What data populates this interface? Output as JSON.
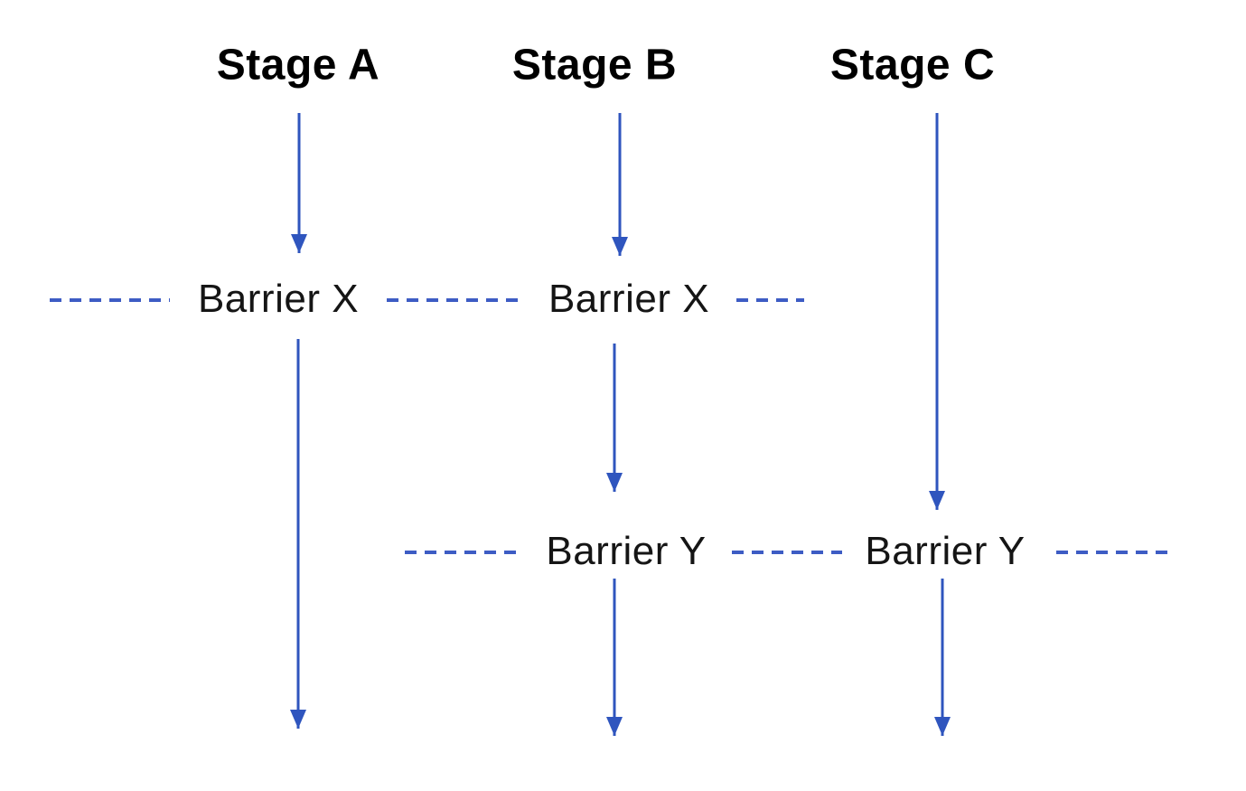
{
  "diagram": {
    "background": "#ffffff",
    "stages": [
      {
        "label": "Stage A"
      },
      {
        "label": "Stage B"
      },
      {
        "label": "Stage C"
      }
    ],
    "barriers": [
      {
        "label": "Barrier X"
      },
      {
        "label": "Barrier Y"
      }
    ],
    "colors": {
      "arrow_blue": "#2f55be",
      "dash_blue": "#3d5cc4",
      "stage_text": "#000000",
      "barrier_text": "#151515"
    }
  }
}
